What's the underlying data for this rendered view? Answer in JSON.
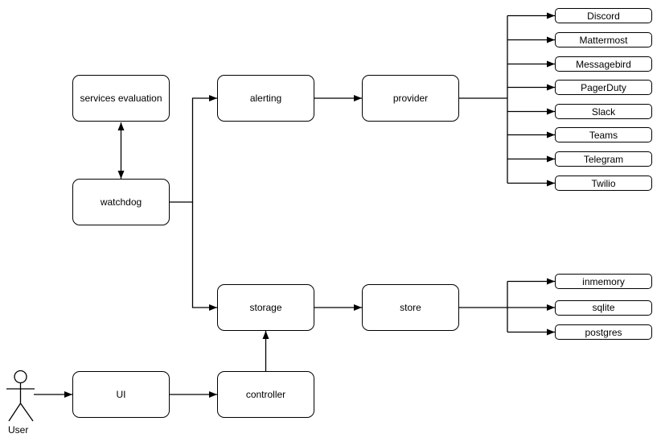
{
  "diagram": {
    "background": "#ffffff",
    "line_color": "#000000",
    "node_fill": "#ffffff",
    "node_border": "#000000",
    "text_color": "#000000"
  },
  "nodes": {
    "services_evaluation": "services evaluation",
    "watchdog": "watchdog",
    "alerting": "alerting",
    "provider": "provider",
    "storage": "storage",
    "store": "store",
    "ui": "UI",
    "controller": "controller"
  },
  "providers": [
    "Discord",
    "Mattermost",
    "Messagebird",
    "PagerDuty",
    "Slack",
    "Teams",
    "Telegram",
    "Twilio"
  ],
  "stores": [
    "inmemory",
    "sqlite",
    "postgres"
  ],
  "actor": {
    "label": "User"
  }
}
